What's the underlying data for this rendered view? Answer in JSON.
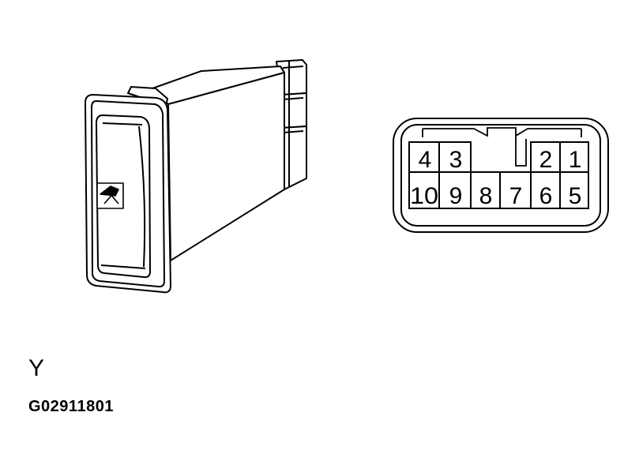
{
  "connector_label": "Y",
  "figure_id": "G02911801",
  "pins": {
    "p1": "1",
    "p2": "2",
    "p3": "3",
    "p4": "4",
    "p5": "5",
    "p6": "6",
    "p7": "7",
    "p8": "8",
    "p9": "9",
    "p10": "10"
  },
  "switch_icon": "rear-wiper-icon"
}
